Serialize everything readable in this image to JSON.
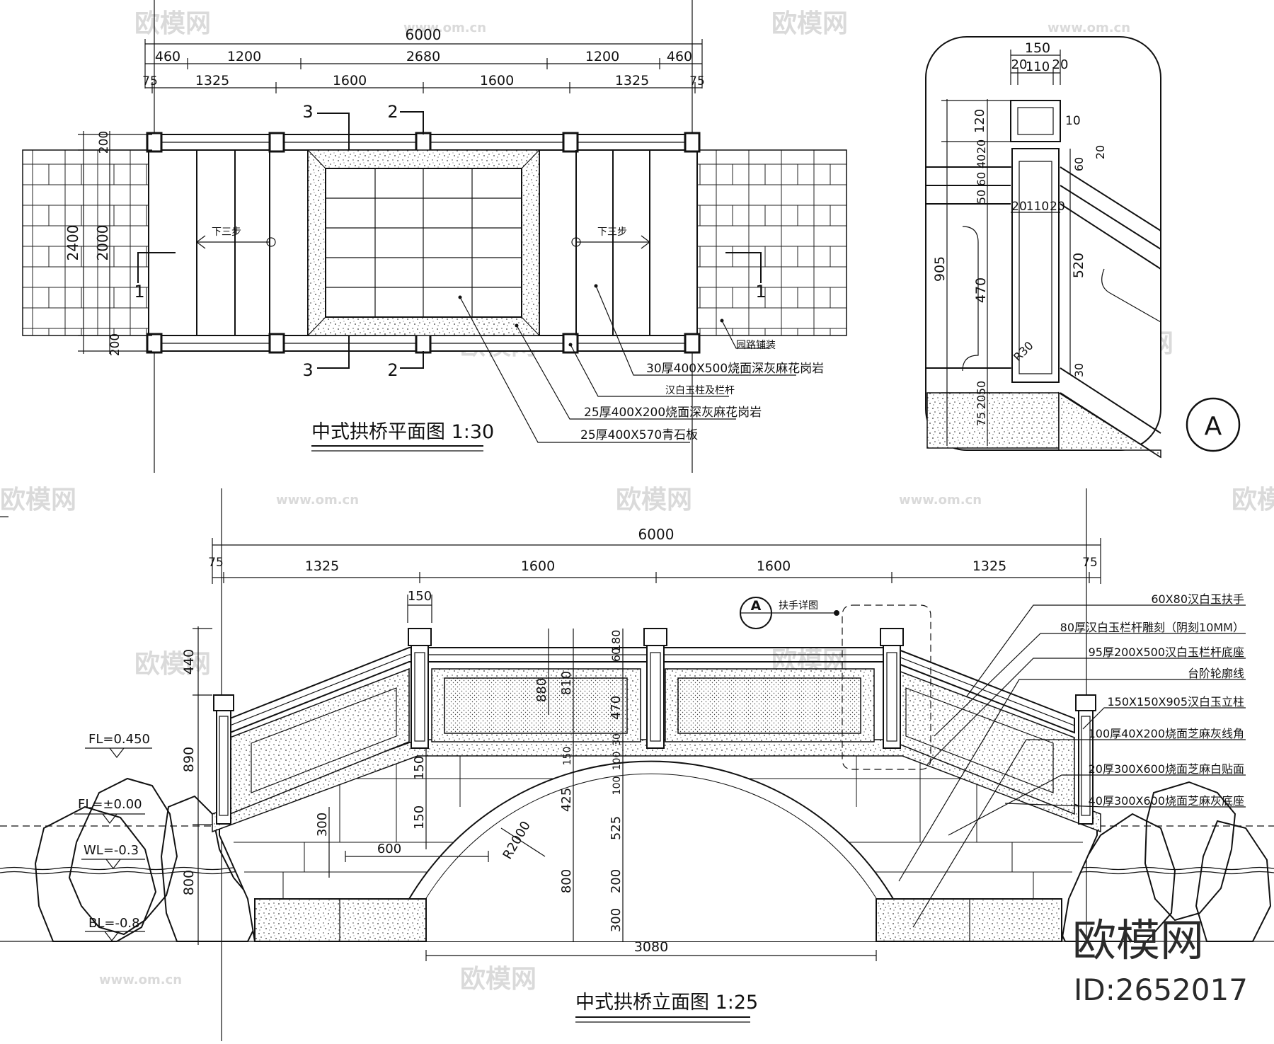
{
  "plan": {
    "title": "中式拱桥平面图 1:30",
    "dim_total": "6000",
    "dims_row1": [
      "460",
      "1200",
      "2680",
      "1200",
      "460"
    ],
    "dims_row2": [
      "75",
      "1325",
      "1600",
      "1600",
      "1325",
      "75"
    ],
    "dims_left": [
      "200",
      "2400",
      "2000",
      "200"
    ],
    "section_marks": [
      "3",
      "2",
      "3",
      "2",
      "1",
      "1"
    ],
    "arrow_left": "下三步",
    "arrow_right": "下三步",
    "callouts": [
      "园路铺装",
      "30厚400X500烧面深灰麻花岗岩",
      "汉白玉柱及栏杆",
      "25厚400X200烧面深灰麻花岗岩",
      "25厚400X570青石板"
    ]
  },
  "detail_a": {
    "label": "A",
    "dims_top": [
      "150",
      "20",
      "110",
      "20"
    ],
    "dims_mid": [
      "20",
      "110",
      "20"
    ],
    "dims_left": [
      "120",
      "20",
      "40",
      "60",
      "50",
      "905",
      "470",
      "50",
      "20",
      "75"
    ],
    "dims_right": [
      "10",
      "20",
      "60",
      "520",
      "30"
    ],
    "radius": "R30"
  },
  "elevation": {
    "title": "中式拱桥立面图 1:25",
    "dim_total": "6000",
    "dims_top": [
      "75",
      "1325",
      "1600",
      "1600",
      "1325",
      "75"
    ],
    "dim_post": "150",
    "detail_ref": "A",
    "detail_ref_text": "扶手详图",
    "levels": [
      "FL=0.450",
      "FL=±0.00",
      "WL=-0.3",
      "BL=-0.8"
    ],
    "dims_left": [
      "440",
      "890",
      "800"
    ],
    "dims_inner": [
      "150",
      "150",
      "300",
      "600"
    ],
    "dims_center": [
      "880",
      "810",
      "60",
      "180",
      "470",
      "30",
      "150",
      "425",
      "100",
      "100",
      "525",
      "800",
      "200",
      "300"
    ],
    "radius": "R2000",
    "span": "3080",
    "callouts": [
      "60X80汉白玉扶手",
      "80厚汉白玉栏杆雕刻（阴刻10MM）",
      "95厚200X500汉白玉栏杆底座",
      "台阶轮廓线",
      "150X150X905汉白玉立柱",
      "100厚40X200烧面芝麻灰线角",
      "20厚300X600烧面芝麻白贴面",
      "40厚300X600烧面芝麻灰底座"
    ]
  },
  "watermark": {
    "brand": "欧模网",
    "url": "www.om.cn",
    "id": "ID:2652017"
  }
}
